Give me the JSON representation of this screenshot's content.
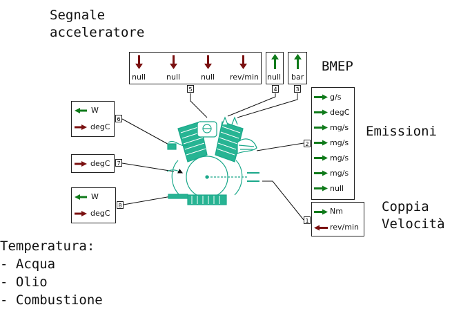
{
  "labels": {
    "segnale_line1": "Segnale",
    "segnale_line2": "acceleratore",
    "bmep": "BMEP",
    "emissioni": "Emissioni",
    "coppia": "Coppia",
    "velocita": "Velocità",
    "temperatura": "Temperatura:",
    "temp_items": [
      "- Acqua",
      "- Olio",
      "- Combustione"
    ]
  },
  "top_inputs": [
    "null",
    "null",
    "null",
    "rev/min"
  ],
  "top_single_1": "null",
  "top_single_2": "bar",
  "port_numbers": {
    "p1": "1",
    "p2": "2",
    "p3": "3",
    "p4": "4",
    "p5": "5",
    "p6": "6",
    "p7": "7",
    "p8": "8"
  },
  "left_box_6": [
    "W",
    "degC"
  ],
  "left_box_7": [
    "degC"
  ],
  "left_box_8": [
    "W",
    "degC"
  ],
  "emissions_outputs": [
    "g/s",
    "degC",
    "mg/s",
    "mg/s",
    "mg/s",
    "mg/s",
    "null"
  ],
  "torque_box": [
    "Nm",
    "rev/min"
  ],
  "colors": {
    "in_arrow": "#7a1010",
    "out_arrow": "#0f7a1a",
    "engine": "#1aa88a"
  }
}
